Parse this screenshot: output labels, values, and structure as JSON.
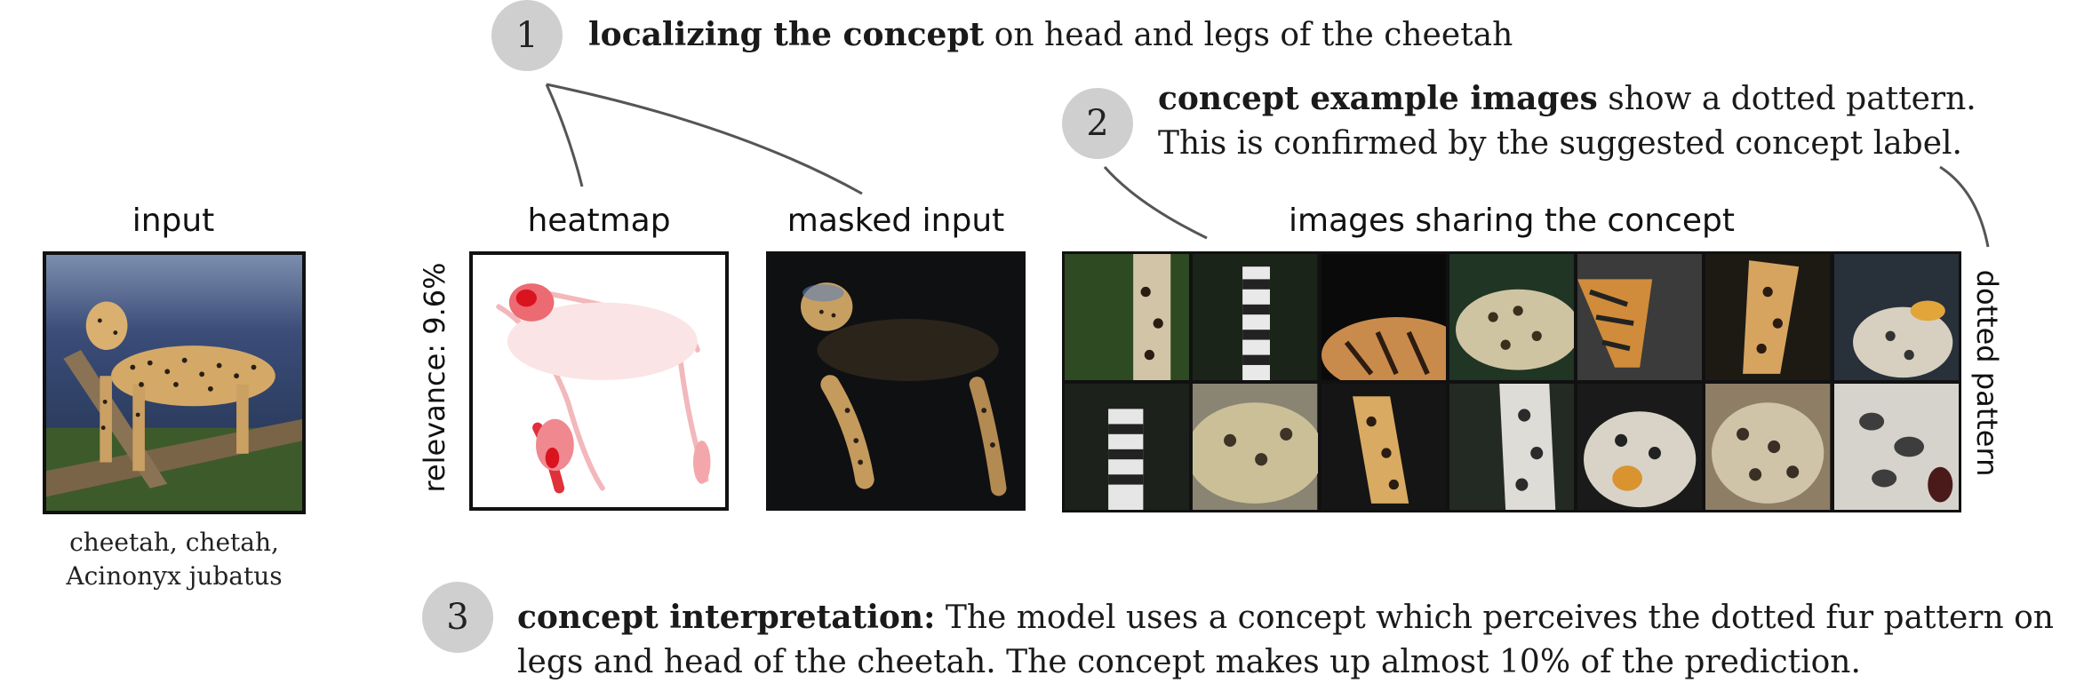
{
  "steps": [
    {
      "num": "1",
      "bold": "localizing the concept",
      "rest": " on head and legs of the cheetah"
    },
    {
      "num": "2",
      "bold": "concept example images",
      "rest": " show a dotted pattern.",
      "line2": "This is confirmed by the suggested concept label."
    },
    {
      "num": "3",
      "bold": "concept interpretation:",
      "rest": " The model uses a concept which perceives the dotted fur pattern on",
      "line2": "legs and head of the cheetah. The concept makes up almost 10% of the prediction."
    }
  ],
  "input_panel": {
    "title": "input",
    "caption_line1": "cheetah, chetah,",
    "caption_line2": "Acinonyx jubatus"
  },
  "heatmap_panel": {
    "title": "heatmap",
    "relevance_label": "relevance: 9.6%"
  },
  "masked_panel": {
    "title": "masked input"
  },
  "sharing_panel": {
    "title": "images sharing the concept",
    "concept_label": "dotted pattern"
  },
  "colors": {
    "badge": "#cfcfcf",
    "heatmap_red": "#e0202a",
    "connector": "#555555"
  }
}
